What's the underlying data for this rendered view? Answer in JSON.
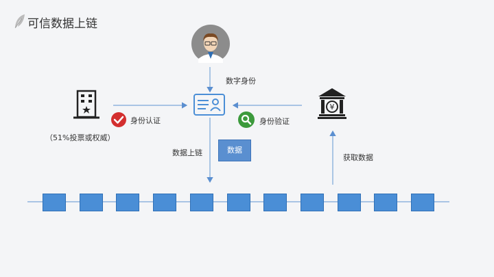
{
  "header": {
    "title": "可信数据上链"
  },
  "labels": {
    "digital_identity": "数字身份",
    "identity_auth": "身份认证",
    "vote_note": "（51%投票或权威）",
    "identity_verify": "身份验证",
    "data_on_chain": "数据上链",
    "get_data": "获取数据",
    "data_box": "数据"
  },
  "chain": {
    "block_count": 11
  },
  "colors": {
    "accent": "#4a8ed6",
    "line": "#7aa7d8",
    "check_red": "#d32f2f",
    "search_green": "#3c9a3c"
  },
  "icons": [
    "feather-icon",
    "user-avatar-icon",
    "id-card-icon",
    "office-building-icon",
    "check-badge-icon",
    "search-badge-icon",
    "bank-icon"
  ]
}
